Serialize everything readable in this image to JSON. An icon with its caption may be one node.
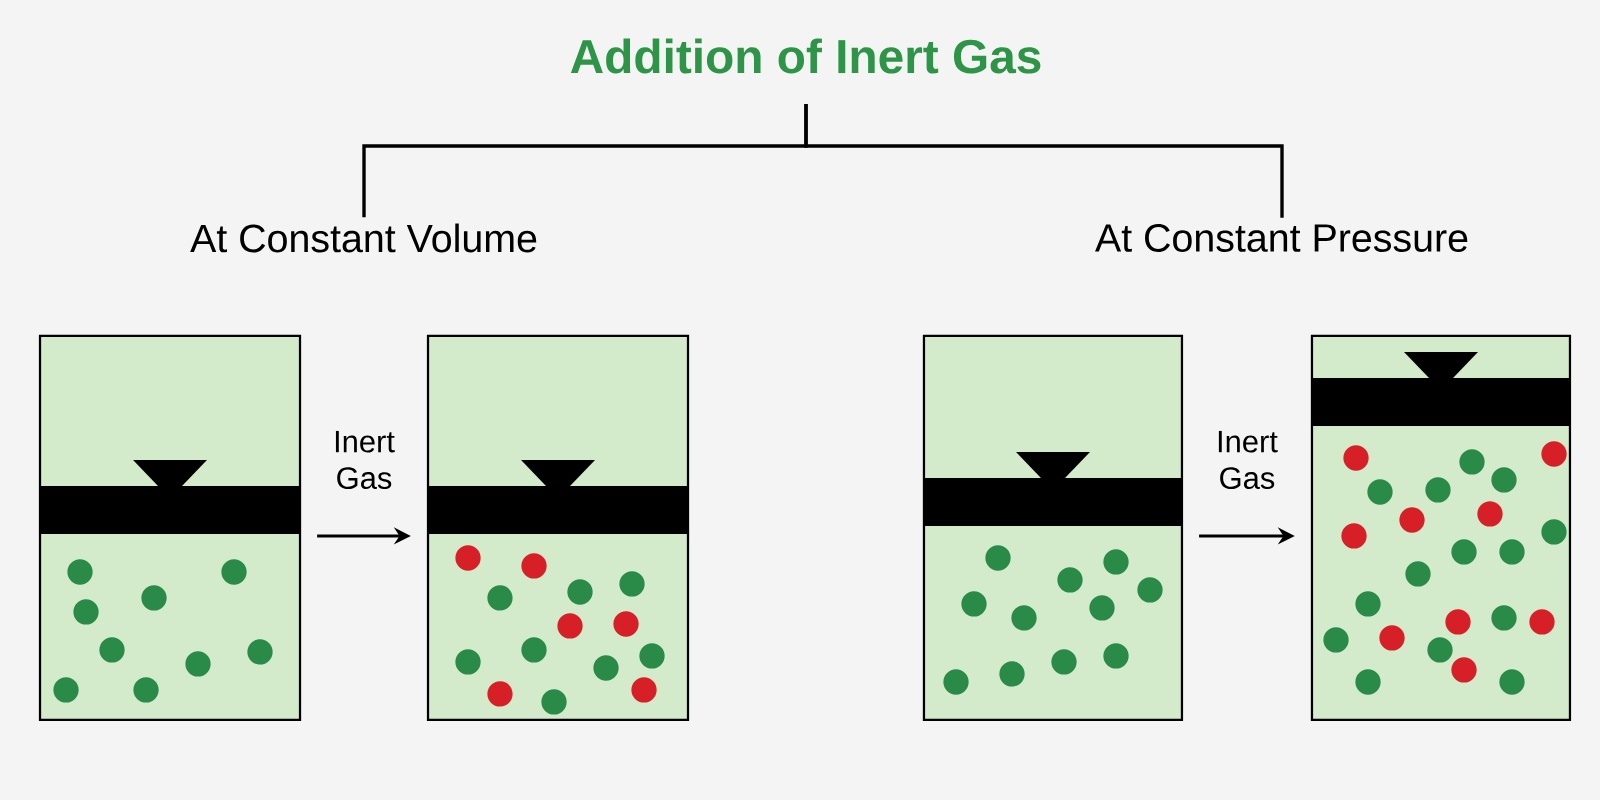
{
  "diagram": {
    "title": "Addition of Inert Gas",
    "nodes": [
      {
        "text": [
          "At Constant Volume"
        ]
      },
      {
        "text": [
          "At Constant Pressure"
        ]
      },
      {
        "text": [],
        "shape": "box"
      },
      {
        "text": [],
        "shape": "box"
      },
      {
        "text": [],
        "shape": "box"
      },
      {
        "text": [],
        "shape": "box"
      }
    ],
    "edges": [
      {
        "from": null,
        "to": 0,
        "arrow": "none"
      },
      {
        "from": null,
        "to": 1,
        "arrow": "none"
      },
      {
        "from": 2,
        "to": 3,
        "arrow": "to",
        "label": "Inert Gas"
      },
      {
        "from": 4,
        "to": 5,
        "arrow": "to",
        "label": "Inert Gas"
      }
    ]
  }
}
